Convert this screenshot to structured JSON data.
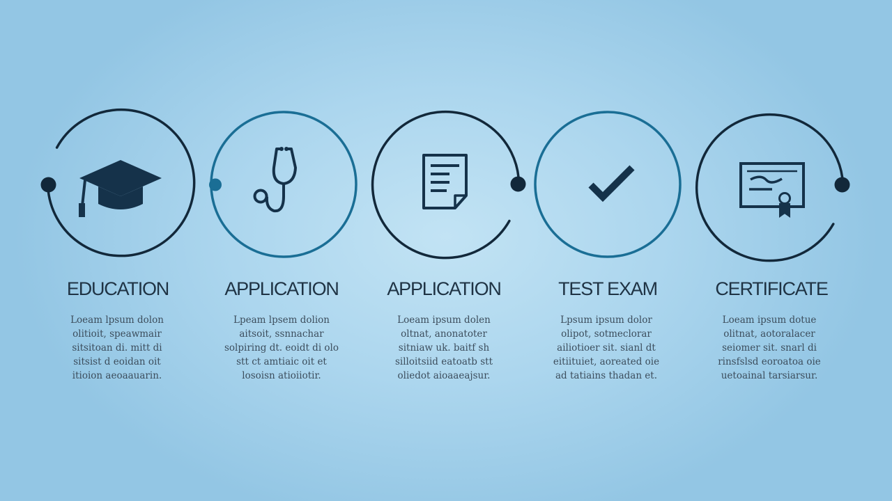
{
  "colors": {
    "background": "#acd6ee",
    "ring_dark": "#12283a",
    "ring_blue": "#1a6e95",
    "icon": "#15324a",
    "title_text": "#1f3344",
    "body_text": "#3c4d5c"
  },
  "steps": [
    {
      "title": "EDUCATION",
      "icon": "graduation-cap-icon",
      "ring": "dark",
      "description": "Loeam lpsum dolon olitioit, speawmair sitsitoan di. mitt di sitsist d eoidan oit itioion aeoaauarin."
    },
    {
      "title": "APPLICATION",
      "icon": "stethoscope-icon",
      "ring": "blue",
      "description": "Lpeam lpsem dolion aitsoit, ssnnachar solpiring dt. eoidt di olo stt ct amtiaic oit et losoisn atioiiotir."
    },
    {
      "title": "APPLICATION",
      "icon": "document-icon",
      "ring": "dark",
      "description": "Loeam ipsum dolen oltnat, anonatoter sitniaw uk. baitf sh silloitsiid eatoatb stt oliedot aioaaeajsur."
    },
    {
      "title": "TEST EXAM",
      "icon": "checkmark-icon",
      "ring": "blue",
      "description": "Lpsum ipsum dolor olipot, sotmeclorar ailiotioer sit. sianl dt eitiituiet, aoreated oie ad tatiains thadan et."
    },
    {
      "title": "CERTIFICATE",
      "icon": "certificate-icon",
      "ring": "dark",
      "description": "Loeam ipsum dotue olitnat, aotoralacer seiomer sit. snarl di rinsfslsd eoroatoa oie uetoainal tarsiarsur."
    }
  ]
}
